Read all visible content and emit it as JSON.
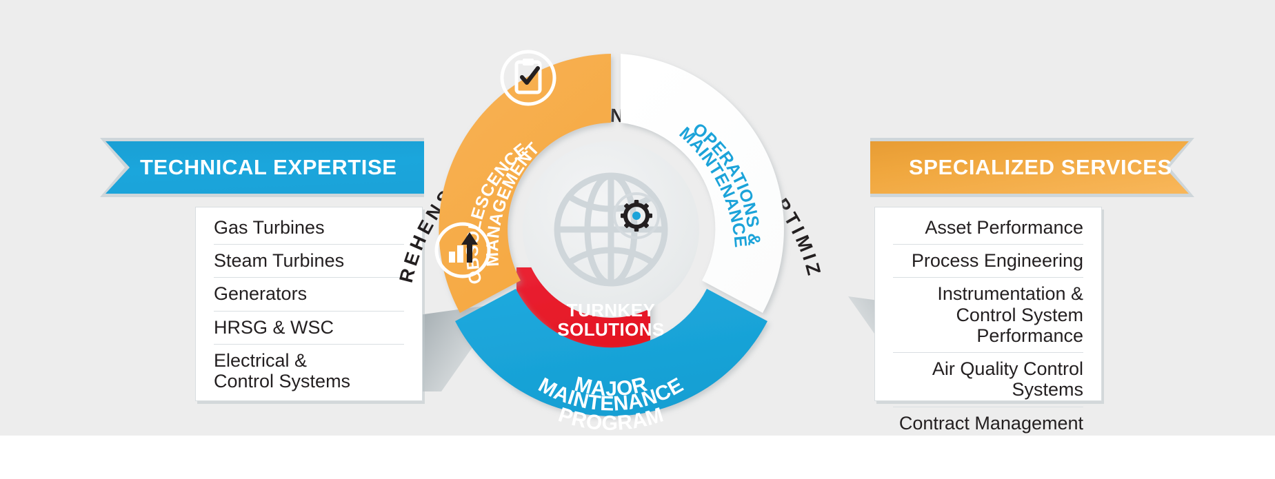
{
  "background": {
    "page_color": "#ffffff",
    "plate_color": "#ededed"
  },
  "colors": {
    "blue": "#1ba3d9",
    "orange": "#f6ad45",
    "orange_dark": "#e5a23e",
    "red": "#e8192c",
    "dark_text": "#231f20",
    "globe_gray": "#cfd6da",
    "wedge_gray": "#a9b2b6"
  },
  "center": {
    "arc_title": "COMPREHENSIVE ASSET MANAGEMENT & OPTIMIZATION",
    "hub_icon": "globe-icon",
    "segments": [
      {
        "id": "obsolescence",
        "label_lines": [
          "OBSOLESCENCE",
          "MANAGEMENT"
        ],
        "color": "#f6ad45",
        "text_color": "#ffffff",
        "icon": "clipboard-check-icon"
      },
      {
        "id": "operations",
        "label_lines": [
          "OPERATIONS &",
          "MAINTENANCE"
        ],
        "color": "#ffffff",
        "text_color": "#1ba3d9",
        "icon": "gear-icon"
      },
      {
        "id": "major-maintenance",
        "label_lines": [
          "MAJOR",
          "MAINTENANCE",
          "PROGRAM"
        ],
        "color": "#1ba3d9",
        "text_color": "#ffffff",
        "icon": "bar-chart-arrow-icon"
      }
    ],
    "ribbon": {
      "lines": [
        "TURNKEY",
        "SOLUTIONS"
      ],
      "color": "#e8192c",
      "text_color": "#ffffff"
    }
  },
  "left_panel": {
    "banner_label": "TECHNICAL EXPERTISE",
    "banner_color": "#1ba3d9",
    "items": [
      "Gas Turbines",
      "Steam Turbines",
      "Generators",
      "HRSG & WSC",
      "Electrical &\nControl Systems"
    ]
  },
  "right_panel": {
    "banner_label": "SPECIALIZED SERVICES",
    "banner_color": "#f3a940",
    "items": [
      "Asset Performance",
      "Process Engineering",
      "Instrumentation &\nControl System Performance",
      "Air Quality Control Systems",
      "Contract Management"
    ]
  }
}
